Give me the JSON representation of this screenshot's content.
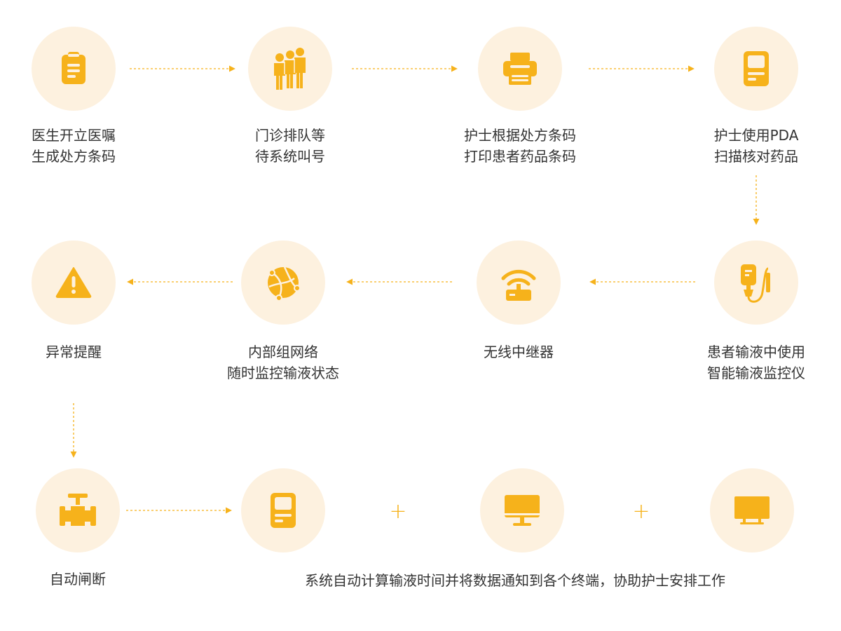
{
  "colors": {
    "accent": "#f6b21b",
    "circle_bg": "#fdf1df",
    "text": "#333333"
  },
  "nodes": [
    {
      "id": "doctor-prescription",
      "icon": "clipboard-icon",
      "lines": [
        "医生开立医嘱",
        "生成处方条码"
      ]
    },
    {
      "id": "queue-call",
      "icon": "queue-people-icon",
      "lines": [
        "门诊排队等",
        "待系统叫号"
      ]
    },
    {
      "id": "print-barcode",
      "icon": "printer-icon",
      "lines": [
        "护士根据处方条码",
        "打印患者药品条码"
      ]
    },
    {
      "id": "pda-scan",
      "icon": "pda-device-icon",
      "lines": [
        "护士使用PDA",
        "扫描核对药品"
      ]
    },
    {
      "id": "infusion-monitor",
      "icon": "infusion-bag-icon",
      "lines": [
        "患者输液中使用",
        "智能输液监控仪"
      ]
    },
    {
      "id": "wireless-relay",
      "icon": "wifi-router-icon",
      "lines": [
        "无线中继器"
      ]
    },
    {
      "id": "internal-network",
      "icon": "network-globe-icon",
      "lines": [
        "内部组网络",
        "随时监控输液状态"
      ]
    },
    {
      "id": "abnormal-alert",
      "icon": "warning-icon",
      "lines": [
        "异常提醒"
      ]
    },
    {
      "id": "auto-shutoff",
      "icon": "valve-icon",
      "lines": [
        "自动闸断"
      ]
    }
  ],
  "terminals": {
    "icons": [
      "pda-device-icon",
      "desktop-monitor-icon",
      "tv-screen-icon"
    ],
    "plus_sign": "+",
    "caption": "系统自动计算输液时间并将数据通知到各个终端，协助护士安排工作"
  }
}
